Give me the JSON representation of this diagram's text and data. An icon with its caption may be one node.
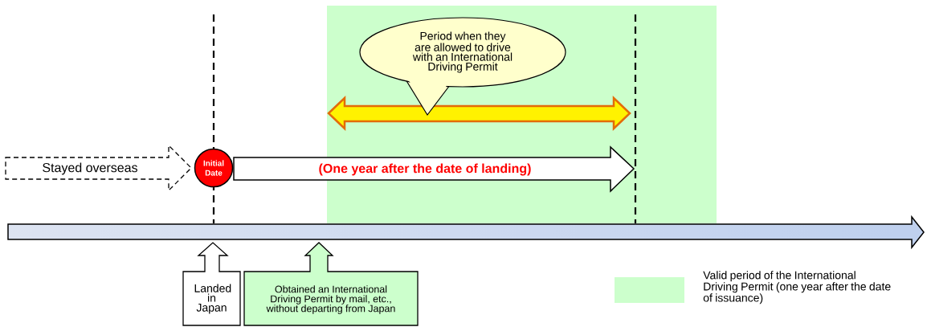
{
  "diagram": {
    "nodes": [
      {
        "text": [
          "Stayed overseas"
        ]
      },
      {
        "text": [
          "Initial Date"
        ]
      },
      {
        "text": [
          "(One year after the date of landing)"
        ]
      },
      {
        "text": [
          "Period when they are allowed to drive with an International Driving Permit"
        ]
      },
      {
        "text": [
          "Landed in Japan"
        ]
      },
      {
        "text": [
          "Obtained an International Driving Permit by mail, etc., without departing from Japan"
        ]
      },
      {
        "text": [],
        "shape": "arrow"
      }
    ],
    "legend": [
      {
        "text": "Valid period of the International Driving Permit (one year after the date of issuance)",
        "color": "#ccffcc"
      }
    ]
  }
}
